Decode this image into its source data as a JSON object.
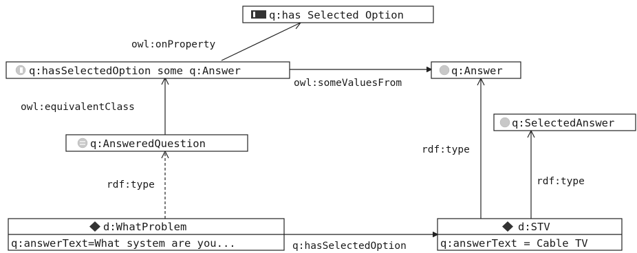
{
  "nodes": {
    "has_selected_option_property": {
      "label": "q:has Selected Option",
      "icon": "object-property-icon"
    },
    "restriction": {
      "label": "q:hasSelectedOption some q:Answer",
      "icon": "restriction-class-icon"
    },
    "answer": {
      "label": "q:Answer",
      "icon": "class-icon"
    },
    "selected_answer": {
      "label": "q:SelectedAnswer",
      "icon": "class-icon"
    },
    "answered_question": {
      "label": "q:AnsweredQuestion",
      "icon": "equivalent-class-icon"
    },
    "what_problem": {
      "label": "d:WhatProblem",
      "icon": "individual-icon",
      "attribute": "q:answerText=What system are you..."
    },
    "stv": {
      "label": "d:STV",
      "icon": "individual-icon",
      "attribute": "q:answerText = Cable TV"
    }
  },
  "edges": {
    "on_property": "owl:onProperty",
    "some_values_from": "owl:someValuesFrom",
    "equivalent_class": "owl:equivalentClass",
    "rdf_type_left": "rdf:type",
    "rdf_type_answer": "rdf:type",
    "rdf_type_selected": "rdf:type",
    "has_selected_option": "q:hasSelectedOption"
  },
  "colors": {
    "stroke": "#222222",
    "class_icon": "#c8c8c8",
    "individual_icon": "#222222"
  }
}
